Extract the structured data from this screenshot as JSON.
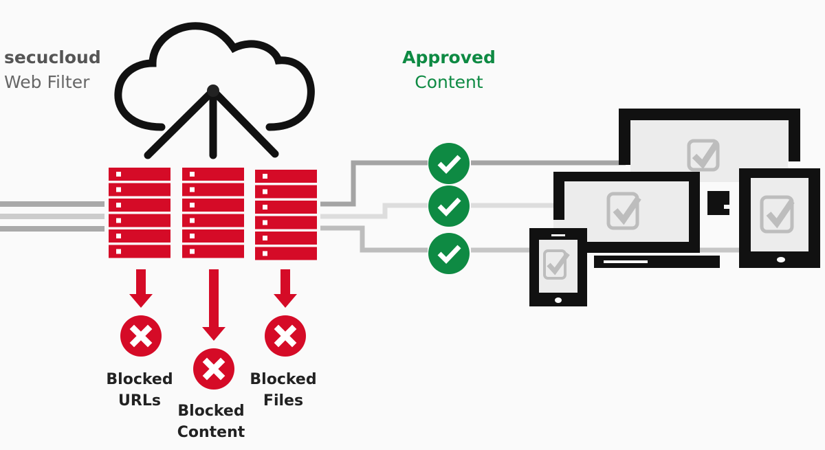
{
  "brand": {
    "line1": "secucloud",
    "line2": "Web Filter"
  },
  "approved": {
    "line1": "Approved",
    "line2": "Content",
    "color": "#0e8a43"
  },
  "servers": {
    "count": 3,
    "units_per_rack": 6,
    "color": "#d50b27"
  },
  "blocked": [
    {
      "line1": "Blocked",
      "line2": "URLs",
      "icon": "x-circle-icon"
    },
    {
      "line1": "Blocked",
      "line2": "Content",
      "icon": "x-circle-icon"
    },
    {
      "line1": "Blocked",
      "line2": "Files",
      "icon": "x-circle-icon"
    }
  ],
  "checks": [
    {
      "icon": "check-circle-icon"
    },
    {
      "icon": "check-circle-icon"
    },
    {
      "icon": "check-circle-icon"
    }
  ],
  "devices": [
    "desktop-monitor",
    "laptop",
    "tablet",
    "smartphone"
  ],
  "cloud": {
    "icon": "cloud-icon"
  }
}
